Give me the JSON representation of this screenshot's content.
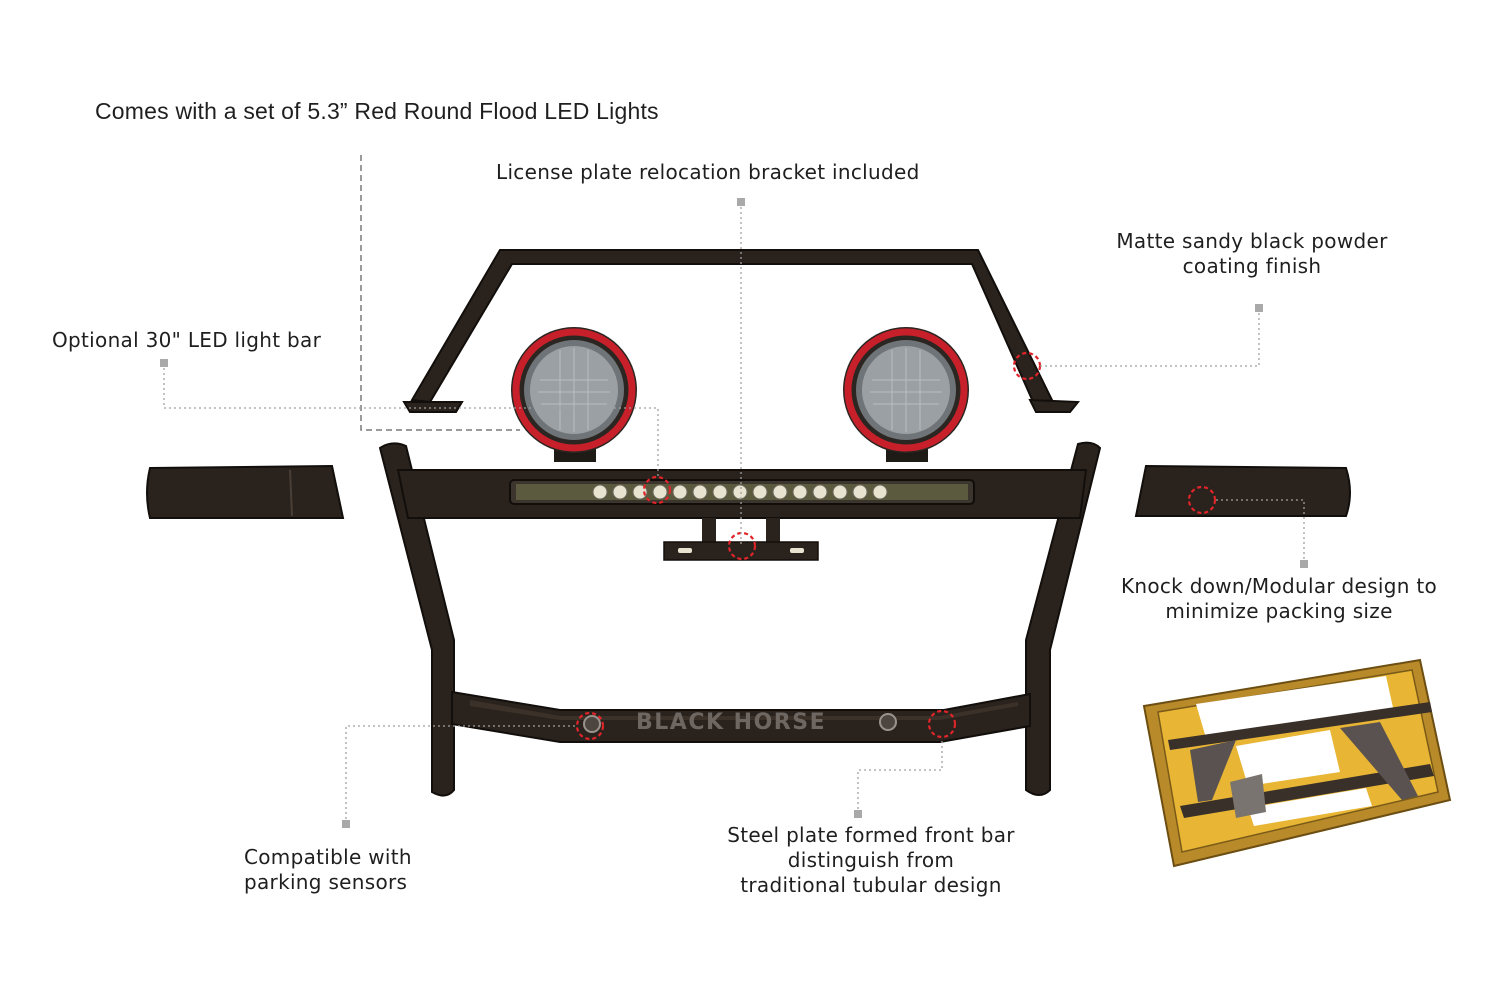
{
  "headline": "Comes with a set of 5.3” Red Round Flood LED Lights",
  "callouts": {
    "license_plate": "License plate relocation bracket included",
    "powder_coating": [
      "Matte sandy black powder",
      "coating finish"
    ],
    "light_bar": "Optional  30\" LED light bar",
    "knock_down": [
      "Knock down/Modular design to",
      "minimize  packing size"
    ],
    "parking_sensors": [
      "Compatible with",
      "parking sensors"
    ],
    "steel_plate": [
      "Steel plate formed  front  bar",
      "distinguish from",
      "traditional tubular design"
    ]
  },
  "brand": "BLACK HORSE",
  "colors": {
    "frame": "#2a231d",
    "ring": "#c8202a",
    "leader": "#a0a0a0",
    "hotspot": "#e0242a",
    "box": "#b98a2a",
    "box_inner": "#e8b634"
  },
  "icons": [
    "flood-light-icon",
    "light-bar-icon",
    "license-bracket-icon",
    "parking-sensor-icon",
    "packing-box-icon"
  ]
}
